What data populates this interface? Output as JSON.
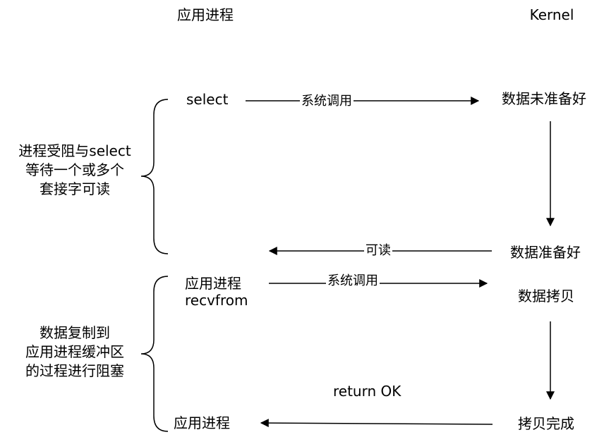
{
  "headers": {
    "app": "应用进程",
    "kernel": "Kernel"
  },
  "phase1": {
    "app_label": "select",
    "call_label": "系统调用",
    "kernel_not_ready": "数据未准备好",
    "kernel_ready": "数据准备好",
    "readable_label": "可读",
    "side_note": [
      "进程受阻与select",
      "等待一个或多个",
      "套接字可读"
    ]
  },
  "phase2": {
    "app_label": [
      "应用进程",
      "recvfrom"
    ],
    "call_label": "系统调用",
    "kernel_copy": "数据拷贝",
    "kernel_done": "拷贝完成",
    "return_label": "return OK",
    "app_end": "应用进程",
    "side_note": [
      "数据复制到",
      "应用进程缓冲区",
      "的过程进行阻塞"
    ]
  }
}
